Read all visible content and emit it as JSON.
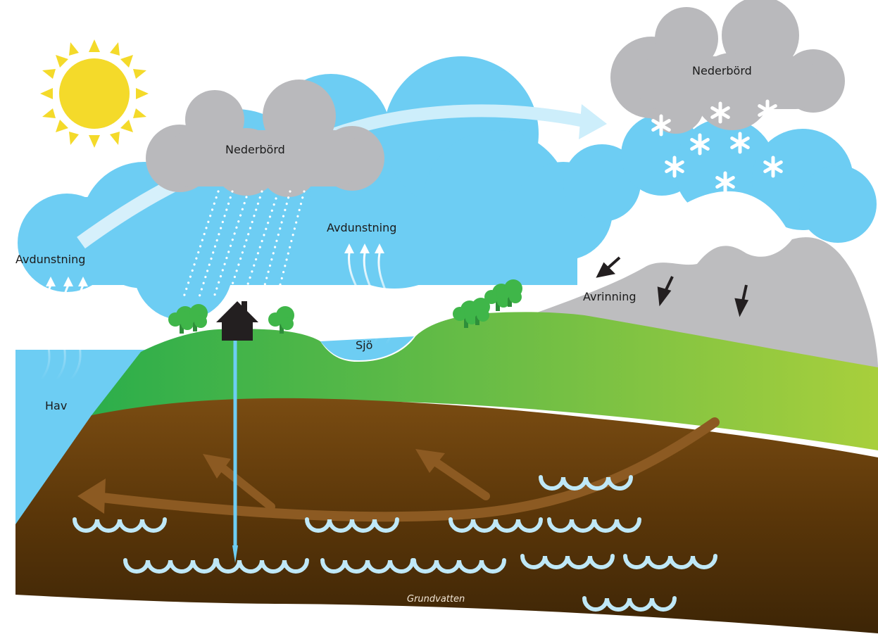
{
  "labels": {
    "cloud_left": "Nederbörd",
    "cloud_right": "Nederbörd",
    "evaporation_sea": "Avdunstning",
    "evaporation_lake": "Avdunstning",
    "runoff": "Avrinning",
    "lake": "Sjö",
    "sea": "Hav",
    "groundwater": "Grundvatten"
  },
  "colors": {
    "sky_blue": "#6dcdf3",
    "cloud_grey": "#b9b9bc",
    "sun": "#f4da2a",
    "grass_dark": "#2cae4b",
    "grass_light": "#a8cf3c",
    "soil_top": "#7a4c12",
    "soil_bottom": "#3d2506",
    "groundwater_arrow": "#8c5a22",
    "mountain": "#bdbdbf",
    "snow": "#ffffff",
    "water_wave": "#bfe8f7",
    "house": "#231f20",
    "tree": "#3fb649"
  },
  "icons": [
    "sun-icon",
    "house-icon",
    "tree-icon",
    "snowflake-icon",
    "raindrops-icon"
  ]
}
